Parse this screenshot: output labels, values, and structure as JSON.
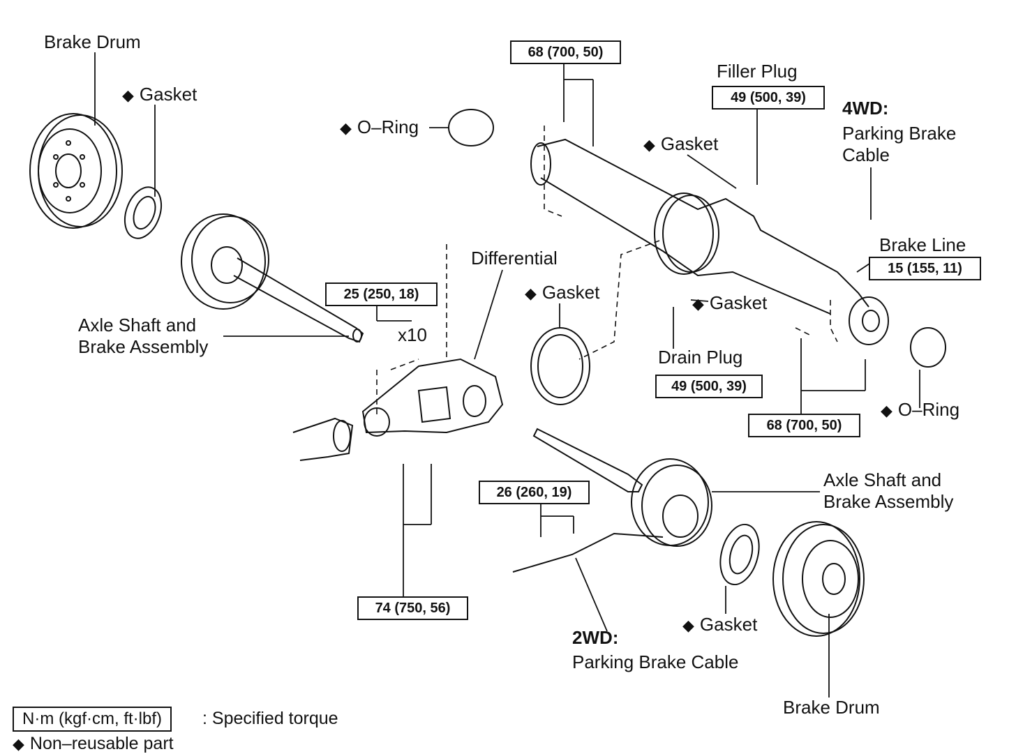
{
  "torque": {
    "t68_top": "68 (700, 50)",
    "filler": "49 (500, 39)",
    "t25": "25 (250, 18)",
    "brake_line": "15 (155, 11)",
    "drain": "49 (500, 39)",
    "t68_bottom": "68 (700, 50)",
    "t26": "26 (260, 19)",
    "t74": "74 (750, 56)"
  },
  "labels": {
    "brake_drum_left": "Brake Drum",
    "gasket_left": "Gasket",
    "oring_top": "O–Ring",
    "filler_plug": "Filler Plug",
    "gasket_filler": "Gasket",
    "fourwd": "4WD:",
    "parking_brake_cable_4wd_1": "Parking Brake",
    "parking_brake_cable_4wd_2": "Cable",
    "brake_line": "Brake Line",
    "differential": "Differential",
    "gasket_diff": "Gasket",
    "gasket_drain": "Gasket",
    "axle_left_1": "Axle Shaft and",
    "axle_left_2": "Brake Assembly",
    "x10": "x10",
    "drain_plug": "Drain Plug",
    "oring_right": "O–Ring",
    "axle_right_1": "Axle Shaft and",
    "axle_right_2": "Brake Assembly",
    "twowd": "2WD:",
    "parking_brake_cable_2wd": "Parking Brake Cable",
    "gasket_right": "Gasket",
    "brake_drum_right": "Brake Drum"
  },
  "legend": {
    "unit_box": "N·m (kgf·cm, ft·lbf)",
    "unit_text": ": Specified torque",
    "nonreusable": "Non–reusable part"
  },
  "icons": {
    "diamond": "diamond-icon"
  }
}
